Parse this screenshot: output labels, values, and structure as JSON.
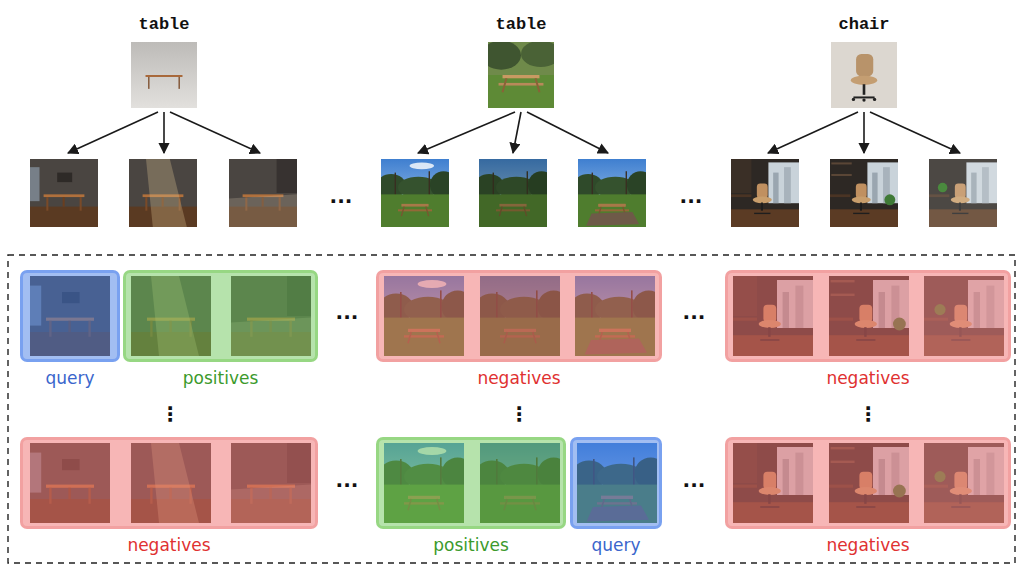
{
  "diagram": {
    "nodes": [
      {
        "text": [
          "table"
        ]
      },
      {
        "text": [
          "table"
        ]
      },
      {
        "text": [
          "chair"
        ]
      },
      {
        "text": [
          "query"
        ]
      },
      {
        "text": [
          "positives"
        ]
      },
      {
        "text": [
          "negatives"
        ]
      },
      {
        "text": [
          "negatives"
        ]
      },
      {
        "text": [
          "negatives"
        ]
      },
      {
        "text": [
          "positives"
        ]
      },
      {
        "text": [
          "query"
        ]
      },
      {
        "text": [
          "negatives"
        ]
      }
    ],
    "labels": [
      "...",
      "...",
      "...",
      "...",
      "⋮",
      "⋮",
      "⋮",
      "...",
      "..."
    ]
  }
}
